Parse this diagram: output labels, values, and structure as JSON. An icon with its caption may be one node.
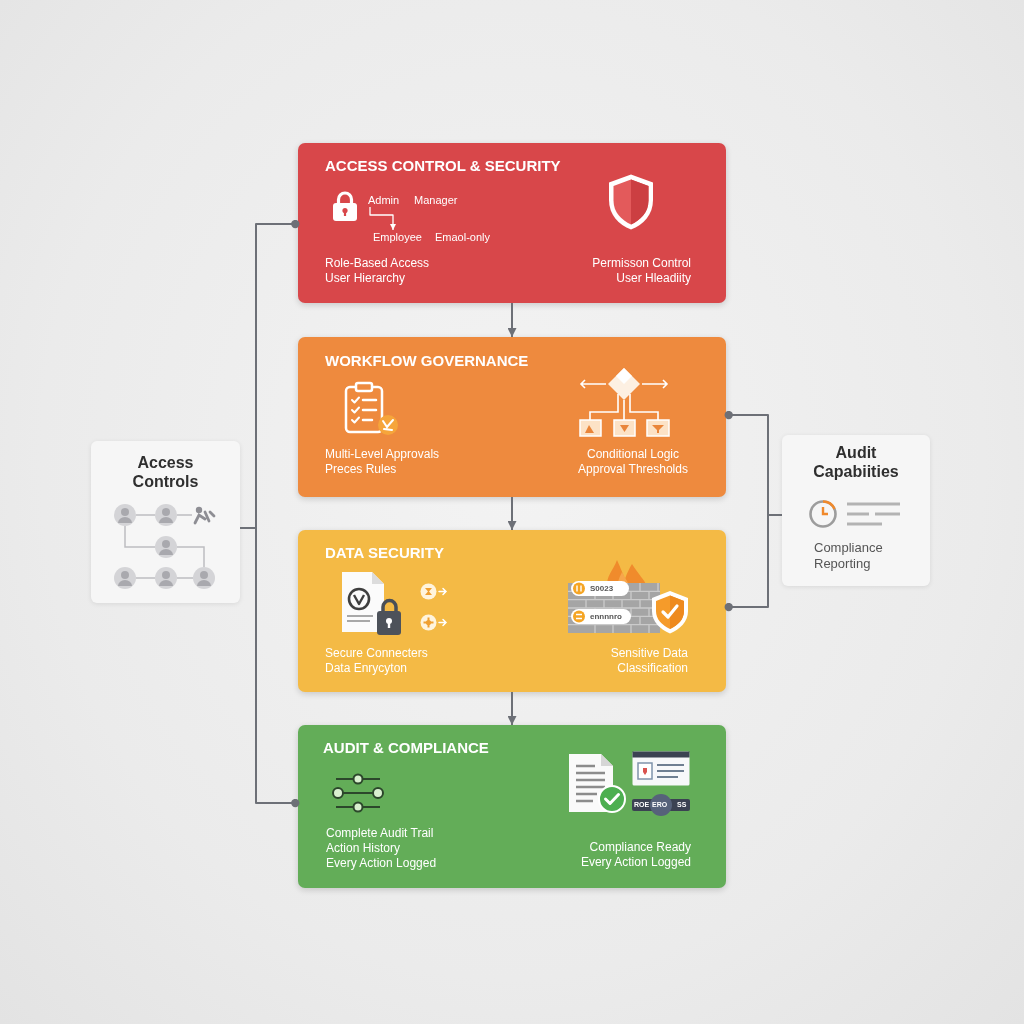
{
  "diagram": {
    "nodes": [
      {
        "text": [
          "Access Controls"
        ]
      },
      {
        "text": [
          "ACCESS CONTROL & SECURITY",
          "Role-Based Access",
          "User Hierarchy",
          "Permisson Control",
          "User Hleadiity"
        ]
      },
      {
        "text": [
          "Admin"
        ],
        "in": 1
      },
      {
        "text": [
          "Manager"
        ],
        "in": 1
      },
      {
        "text": [
          "Employee"
        ],
        "in": 1
      },
      {
        "text": [
          "Emaol-only"
        ],
        "in": 1
      },
      {
        "text": [
          "WORKFLOW GOVERNANCE",
          "Multi-Level Approvals",
          "Preces Rules",
          "Conditional Logic",
          "Approval Thresholds"
        ]
      },
      {
        "text": [
          "DATA SECURITY",
          "Secure Connecters",
          "Data Enrycyton",
          "Sensitive Data Classification"
        ]
      },
      {
        "text": [
          "AUDIT & COMPLIANCE",
          "Complete Audit Trail",
          "Action History",
          "Every Action Logged",
          "Compliance Ready",
          "Every Action Logged"
        ]
      },
      {
        "text": [
          "Audit Capabiities",
          "Compliance Reporting"
        ]
      }
    ],
    "edges": [
      {
        "from": 1,
        "to": 6,
        "arrow": "to"
      },
      {
        "from": 6,
        "to": 7,
        "arrow": "to"
      },
      {
        "from": 7,
        "to": 8,
        "arrow": "to"
      },
      {
        "from": 0,
        "to": 1,
        "arrow": "other"
      },
      {
        "from": 0,
        "to": 8,
        "arrow": "other"
      },
      {
        "from": 9,
        "to": 6,
        "arrow": "other"
      },
      {
        "from": 9,
        "to": 7,
        "arrow": "other"
      },
      {
        "from": 2,
        "to": 4,
        "arrow": "to",
        "color": "#ffffff"
      }
    ],
    "labels": [
      "S0023",
      "ennnnro",
      "ROE",
      "ERO",
      "SS"
    ]
  }
}
